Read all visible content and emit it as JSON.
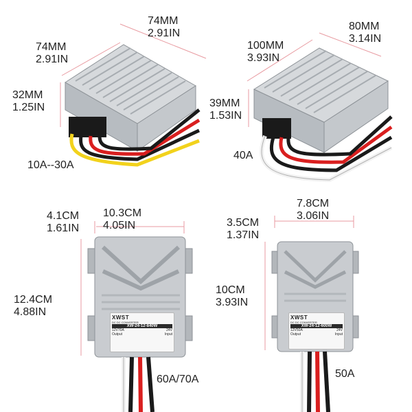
{
  "products": [
    {
      "name": "converter-10a-30a",
      "dims": {
        "top": [
          "74MM",
          "2.91IN"
        ],
        "left": [
          "74MM",
          "2.91IN"
        ],
        "height": [
          "32MM",
          "1.25IN"
        ]
      },
      "caption": "10A--30A"
    },
    {
      "name": "converter-40a",
      "dims": {
        "top": [
          "80MM",
          "3.14IN"
        ],
        "left": [
          "100MM",
          "3.93IN"
        ],
        "height": [
          "39MM",
          "1.53IN"
        ]
      },
      "caption": "40A"
    },
    {
      "name": "converter-60a-70a",
      "dims": {
        "top": [
          "10.3CM",
          "4.05IN"
        ],
        "depth": [
          "4.1CM",
          "1.61IN"
        ],
        "height": [
          "12.4CM",
          "4.88IN"
        ]
      },
      "caption": "60A/70A",
      "label": {
        "brand": "XWST",
        "sub": "DC DC CONVERTER",
        "model": "XW-24-12-840W",
        "out": "12V70A",
        "in": "24V",
        "out_word": "Output",
        "in_word": "Input"
      }
    },
    {
      "name": "converter-50a",
      "dims": {
        "top": [
          "7.8CM",
          "3.06IN"
        ],
        "depth": [
          "3.5CM",
          "1.37IN"
        ],
        "height": [
          "10CM",
          "3.93IN"
        ]
      },
      "caption": "50A",
      "label": {
        "brand": "XWST",
        "sub": "DC DC CONVERTER",
        "model": "XW-24-12-600W",
        "out": "12V50A",
        "in": "24V",
        "out_word": "Output",
        "in_word": "Input"
      }
    }
  ],
  "colors": {
    "dimension_line": "#e89aa0",
    "aluminum": "#c9ccd0",
    "aluminum_dark": "#9ea3a8",
    "wire_red": "#d91f1f",
    "wire_yellow": "#f2d21c",
    "wire_black": "#1a1a1a",
    "wire_white": "#f2f2f2"
  }
}
